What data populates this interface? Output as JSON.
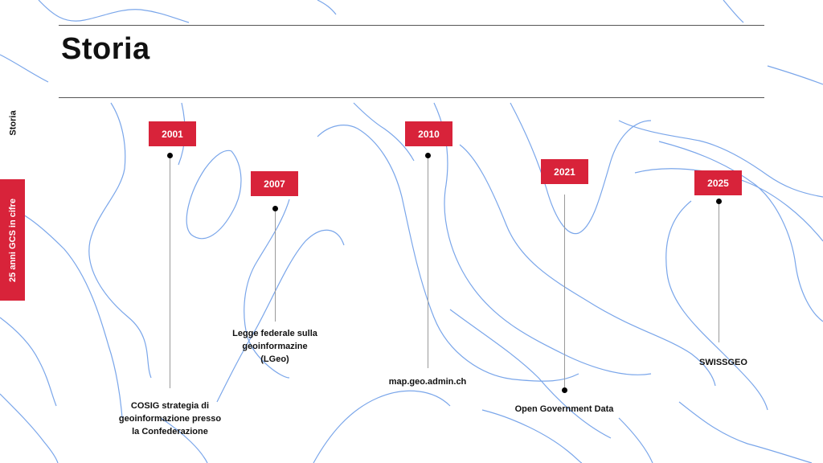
{
  "slide": {
    "title": "Storia",
    "side_section": "Storia",
    "side_tab": "25 anni GCS  in cifre"
  },
  "timeline": [
    {
      "year": "2001",
      "label": "COSIG strategia  di\ngeoinformazione presso\nla Confederazione"
    },
    {
      "year": "2007",
      "label": "Legge federale sulla\ngeoinformazine\n(LGeo)"
    },
    {
      "year": "2010",
      "label": "map.geo.admin.ch"
    },
    {
      "year": "2021",
      "label": "Open Government Data"
    },
    {
      "year": "2025",
      "label": "SWISSGEO"
    }
  ],
  "colors": {
    "accent": "#d8233a",
    "contour": "#7aa6ea",
    "rule": "#555555"
  }
}
